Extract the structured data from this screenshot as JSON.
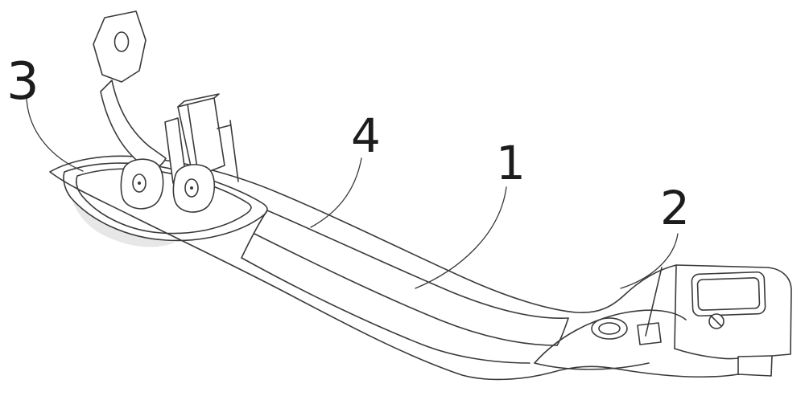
{
  "figure": {
    "colors": {
      "ink": "#3a3a3a",
      "paper": "#ffffff",
      "shade": "#e7e7e7"
    },
    "labels": [
      {
        "id": "3",
        "text": "3"
      },
      {
        "id": "4",
        "text": "4"
      },
      {
        "id": "1",
        "text": "1"
      },
      {
        "id": "2",
        "text": "2"
      }
    ]
  }
}
